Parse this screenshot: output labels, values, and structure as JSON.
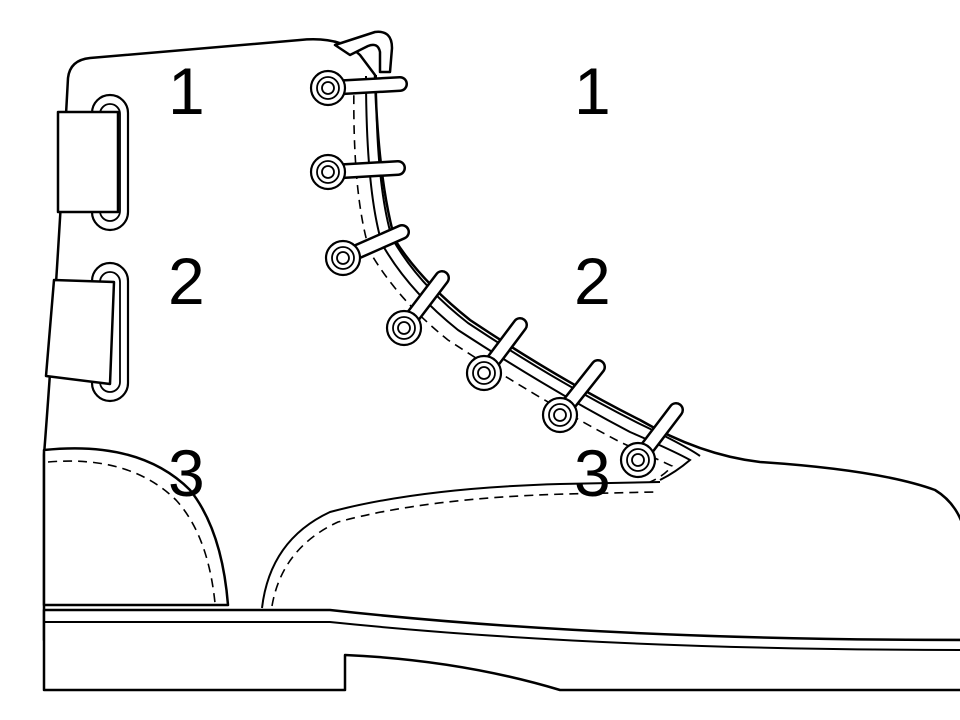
{
  "labels": {
    "left_top": "1",
    "left_mid": "2",
    "left_bottom": "3",
    "right_top": "1",
    "right_mid": "2",
    "right_bottom": "3"
  },
  "colors": {
    "line": "#000000",
    "fill": "#ffffff"
  },
  "icons": [
    "boot-illustration",
    "eyelet-icon",
    "lace-icon",
    "strap-loop-icon"
  ]
}
